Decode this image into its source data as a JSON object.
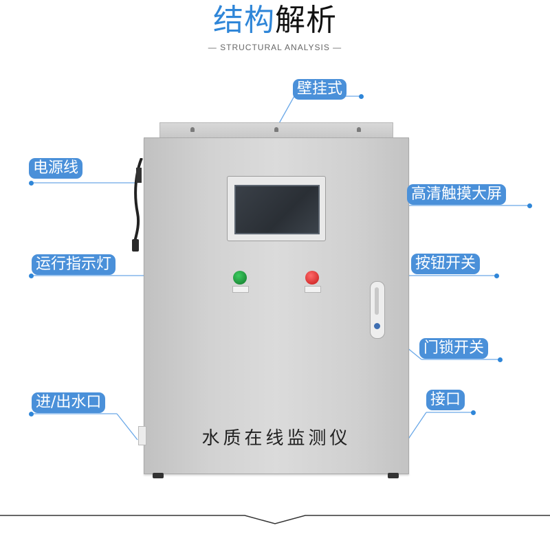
{
  "header": {
    "title_part1": "结构",
    "title_part2": "解析",
    "subtitle": "STRUCTURAL ANALYSIS"
  },
  "device": {
    "name": "水质在线监测仪"
  },
  "labels": {
    "wall_mount": "壁挂式",
    "power_cord": "电源线",
    "touch_screen": "高清触摸大屏",
    "indicator_light": "运行指示灯",
    "button_switch": "按钮开关",
    "door_lock": "门锁开关",
    "inlet_outlet": "进/出水口",
    "port": "接口"
  },
  "colors": {
    "accent": "#2f86d8",
    "tag_bg": "#4a90d9",
    "green_light": "#1e8f3a",
    "red_button": "#d63030"
  }
}
